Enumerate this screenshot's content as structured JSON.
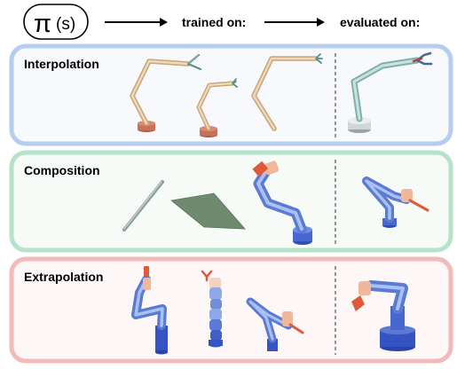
{
  "header": {
    "policy_symbol": "π",
    "policy_arg": "(s)",
    "trained_label": "trained on:",
    "evaluated_label": "evaluated on:"
  },
  "panels": [
    {
      "label": "Interpolation",
      "border": "#b5cdf0",
      "fill": "#f7f9fd"
    },
    {
      "label": "Composition",
      "border": "#b6e2c8",
      "fill": "#f6fbf8"
    },
    {
      "label": "Extrapolation",
      "border": "#f4b9b9",
      "fill": "#fdf7f7"
    }
  ],
  "colors": {
    "arrow": "#000000",
    "divider": "#555555",
    "tan_link": "#e3c9a3",
    "tan_edge": "#c9a577",
    "base_red": "#c8705a",
    "teal_link": "#9fc8c4",
    "blue_link": "#6f8fd8",
    "peach_link": "#f0b79a",
    "red_gripper": "#e05a3a",
    "green_plane": "#6f8a6f"
  }
}
